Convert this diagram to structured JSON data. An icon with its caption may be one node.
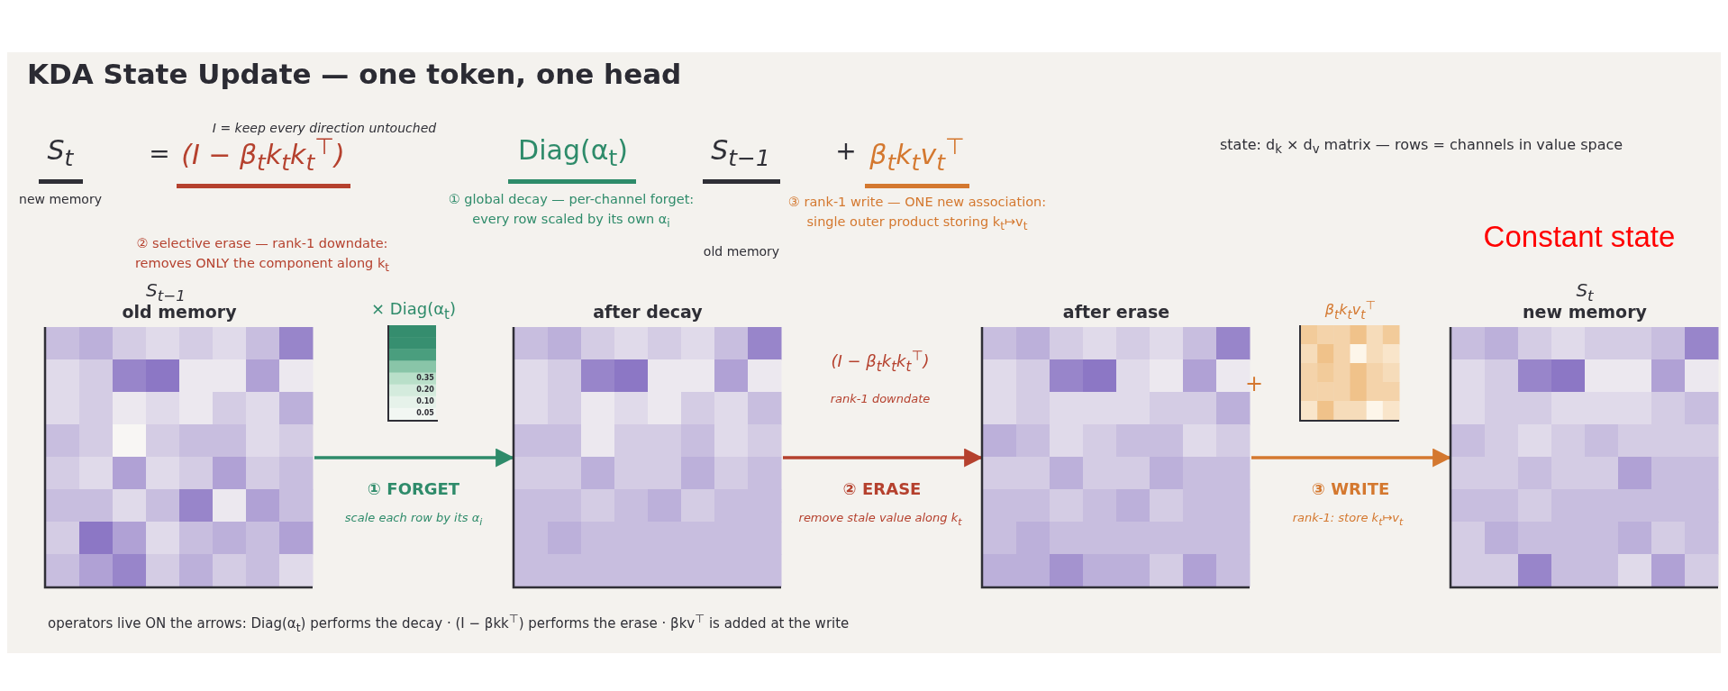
{
  "diagram": {
    "title": "KDA State Update — one token, one head",
    "nodes": [
      {
        "text": [
          "S$_{t−1}$",
          "old memory"
        ]
      },
      {
        "text": [
          "× Diag(α$_{t}$)"
        ]
      },
      {
        "text": [
          "after decay"
        ]
      },
      {
        "text": [
          "after erase"
        ]
      },
      {
        "text": [
          "β$_{t}$k$_{t}$v$_{t}$$^{⊤}$"
        ]
      },
      {
        "text": [
          "S$_{t}$",
          "new memory"
        ]
      }
    ],
    "edges": [
      {
        "from": 0,
        "to": 2,
        "arrow": "to",
        "label": "① FORGET",
        "color": "#2e8b6a"
      },
      {
        "from": 2,
        "to": 3,
        "arrow": "to",
        "label": "② ERASE",
        "color": "#b5412e"
      },
      {
        "from": 3,
        "to": 5,
        "arrow": "to",
        "label": "③ WRITE",
        "color": "#d4782f"
      }
    ],
    "labels": [
      "S$_{t}$",
      "new memory",
      "=",
      "I = keep every direction untouched",
      "(I − β$_{t}$k$_{t}$k$_{t}$$^{⊤}$)",
      "Diag(α$_{t}$)",
      "S$_{t−1}$",
      "+",
      "β$_{t}$k$_{t}$v$_{t}$$^{⊤}$",
      "state: d$_{k}$ × d$_{v}$ matrix — rows = channels in value space",
      "① global decay — per-channel forget: every row scaled by its own α$_{i}$",
      "③ rank-1 write — ONE new association: single outer product storing k$_{t}$↦v$_{t}$",
      "Constant state",
      "old memory",
      "② selective erase — rank-1 downdate: removes ONLY the component along k$_{t}$",
      "0.35",
      "0.20",
      "0.10",
      "0.05",
      "scale each row by its α$_{i}$",
      "(I − β$_{t}$k$_{t}$k$_{t}$$^{⊤}$)",
      "rank-1 downdate",
      "remove stale value along k$_{t}$",
      "+",
      "rank-1: store k$_{t}$↦v$_{t}$",
      "operators live ON the arrows:  Diag(α$_{t}$) performs the decay · (I − βkk$^{⊤}$) performs the erase · βkv$^{⊤}$ is added at the write"
    ]
  }
}
